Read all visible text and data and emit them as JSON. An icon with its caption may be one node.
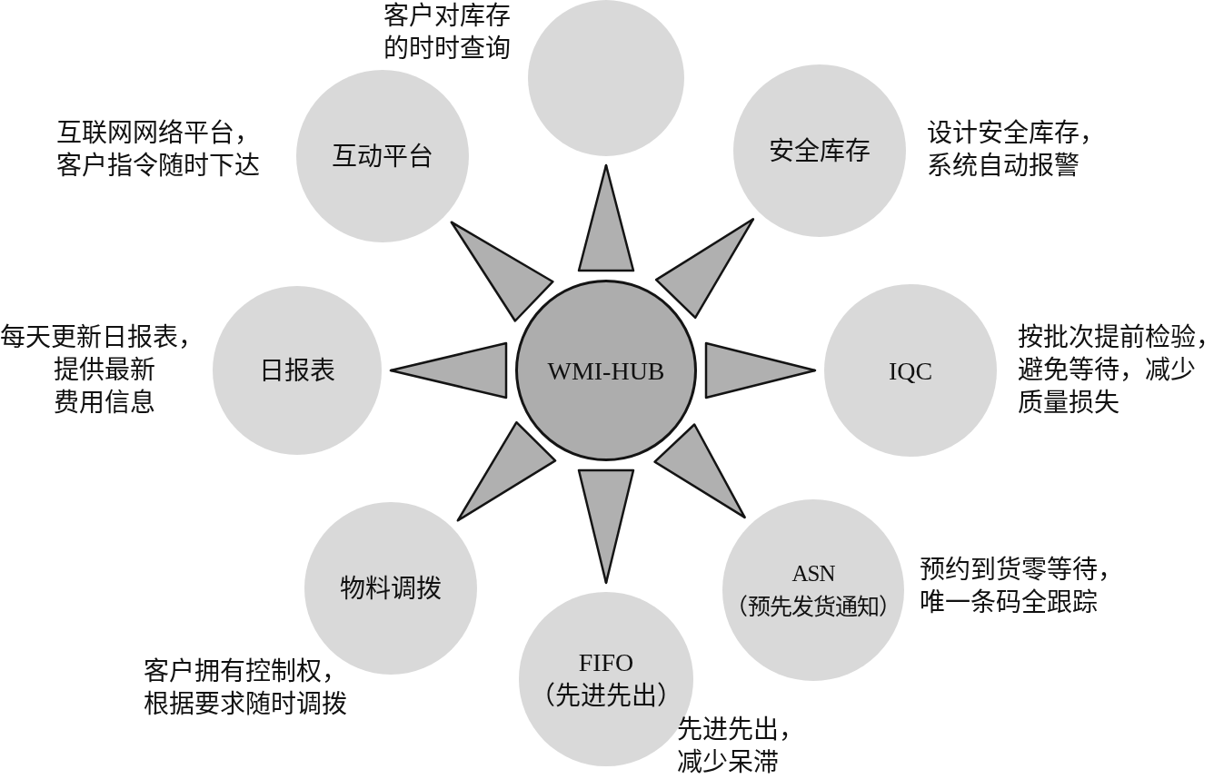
{
  "diagram": {
    "nodes": [
      {
        "text": [],
        "shape": "circle",
        "beside": [
          "客户对库存的时时查询"
        ]
      },
      {
        "text": [
          "互动平台"
        ],
        "beside": [
          "互联网网络平台，客户指令随时下达"
        ]
      },
      {
        "text": [
          "安全库存"
        ],
        "beside": [
          "设计安全库存，系统自动报警"
        ]
      },
      {
        "text": [
          "日报表"
        ],
        "beside": [
          "每天更新日报表，提供最新费用信息"
        ]
      },
      {
        "text": [
          "WMI-HUB"
        ]
      },
      {
        "text": [
          "IQC"
        ],
        "beside": [
          "按批次提前检验，避免等待，减少质量损失"
        ]
      },
      {
        "text": [
          "物料调拨"
        ],
        "beside": [
          "客户拥有控制权，根据要求随时调拨"
        ]
      },
      {
        "text": [
          "ASN",
          "（预先发货通知）"
        ],
        "beside": [
          "预约到货零等待，唯一条码全跟踪"
        ]
      },
      {
        "text": [
          "FIFO",
          "（先进先出）"
        ],
        "beside": [
          "先进先出，减少呆滞"
        ]
      }
    ],
    "edges": [
      {
        "from": 4,
        "to": 0,
        "arrow": "to"
      },
      {
        "from": 4,
        "to": 1,
        "arrow": "to"
      },
      {
        "from": 4,
        "to": 2,
        "arrow": "to"
      },
      {
        "from": 4,
        "to": 3,
        "arrow": "to"
      },
      {
        "from": 4,
        "to": 5,
        "arrow": "to"
      },
      {
        "from": 4,
        "to": 6,
        "arrow": "to"
      },
      {
        "from": 4,
        "to": 7,
        "arrow": "to"
      },
      {
        "from": 4,
        "to": 8,
        "arrow": "to"
      }
    ]
  }
}
